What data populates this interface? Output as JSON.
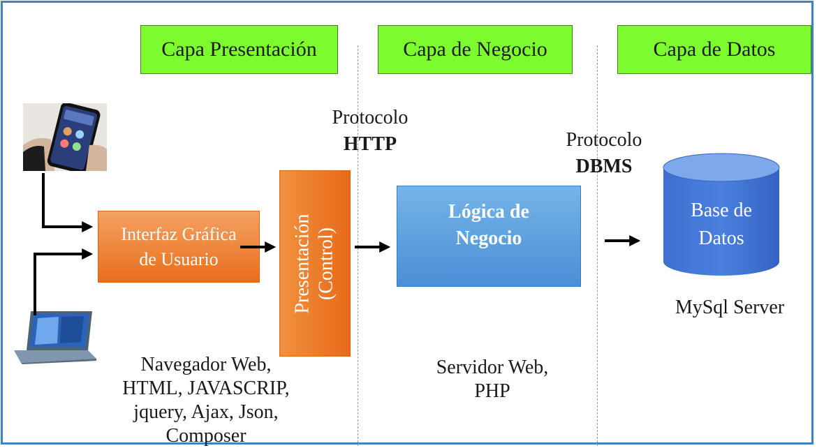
{
  "layers": {
    "presentation": "Capa Presentación",
    "business": "Capa de Negocio",
    "data": "Capa de Datos"
  },
  "protocols": {
    "http": {
      "label": "Protocolo",
      "name": "HTTP"
    },
    "dbms": {
      "label": "Protocolo",
      "name": "DBMS"
    }
  },
  "components": {
    "gui": {
      "line1": "Interfaz Gráfica",
      "line2": "de Usuario"
    },
    "presentation": {
      "line1": "Presentación",
      "line2": "(Control)"
    },
    "logic": {
      "line1": "Lógica de",
      "line2": "Negocio"
    },
    "database": {
      "line1": "Base de",
      "line2": "Datos"
    }
  },
  "technologies": {
    "presentation": [
      "Navegador Web,",
      "HTML, JAVASCRIP,",
      "jquery, Ajax, Json,",
      "Composer"
    ],
    "business": [
      "Servidor Web,",
      "PHP"
    ],
    "data": "MySql Server"
  },
  "icons": {
    "phone": "smartphone-icon",
    "laptop": "laptop-icon"
  },
  "colors": {
    "layer_fill": "#7cfc2f",
    "orange": "#e86e1c",
    "blue": "#4a8ed6",
    "frame": "#3b84c6"
  }
}
